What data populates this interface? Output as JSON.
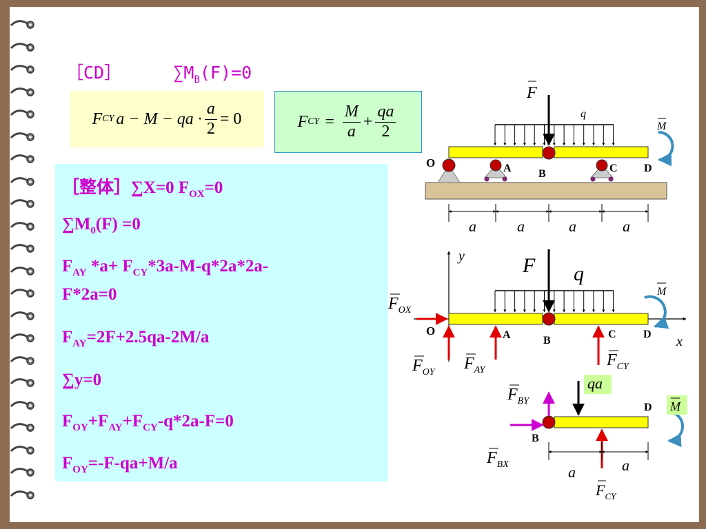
{
  "header": {
    "segment": "［CD］",
    "moment_eq_pre": "∑M",
    "moment_eq_sub": "B",
    "moment_eq_post": "(F)=0"
  },
  "eq1": {
    "lhs_F": "F",
    "lhs_sub": "CY",
    "term1": "a − M − qa ·",
    "frac_num": "a",
    "frac_den": "2",
    "rhs": "= 0"
  },
  "eq2": {
    "F": "F",
    "sub": "CY",
    "eq": "=",
    "frac1_num": "M",
    "frac1_den": "a",
    "plus": "+",
    "frac2_num": "qa",
    "frac2_den": "2"
  },
  "whole": {
    "l1_a": "［整体］∑X=0   F",
    "l1_sub": "OX",
    "l1_b": "=0",
    "l2_a": "∑M",
    "l2_sub": "0",
    "l2_b": "(F) =0",
    "l3_a": "F",
    "l3_sub1": "AY",
    "l3_b": " *a+ F",
    "l3_sub2": "CY",
    "l3_c": "*3a-M-q*2a*2a-",
    "l4": "F*2a=0",
    "l5_a": "F",
    "l5_sub": "AY",
    "l5_b": "=2F+2.5qa-2M/a",
    "l6": "∑y=0",
    "l7_a": "F",
    "l7_sub1": "OY",
    "l7_b": "+F",
    "l7_sub2": "AY",
    "l7_c": "+F",
    "l7_sub3": "CY",
    "l7_d": "-q*2a-F=0",
    "l8_a": "F",
    "l8_sub": "OY",
    "l8_b": "=-F-qa+M/a"
  },
  "diagram_top": {
    "F": "F",
    "q": "q",
    "M": "M",
    "O": "O",
    "A": "A",
    "B": "B",
    "C": "C",
    "D": "D",
    "dims": [
      "a",
      "a",
      "a",
      "a"
    ]
  },
  "diagram_mid": {
    "y_axis": "y",
    "x_axis": "x",
    "F": "F",
    "q": "q",
    "M": "M",
    "F_OX": "F",
    "F_OX_sub": "OX",
    "F_OY": "F",
    "F_OY_sub": "OY",
    "F_AY": "F",
    "F_AY_sub": "AY",
    "F_CY": "F",
    "F_CY_sub": "CY",
    "O": "O",
    "A": "A",
    "B": "B",
    "C": "C",
    "D": "D"
  },
  "diagram_bot": {
    "qa": "qa",
    "M": "M",
    "D": "D",
    "B": "B",
    "F_BY": "F",
    "F_BY_sub": "BY",
    "F_BX": "F",
    "F_BX_sub": "BX",
    "F_CY": "F",
    "F_CY_sub": "CY",
    "dims": [
      "a",
      "a"
    ]
  },
  "colors": {
    "magenta": "#cc00cc",
    "beam": "#ffff00",
    "reaction": "#e00000",
    "moment_arrow": "#3b8fc0",
    "ground": "#d9c49a",
    "pin": "#c00000"
  }
}
